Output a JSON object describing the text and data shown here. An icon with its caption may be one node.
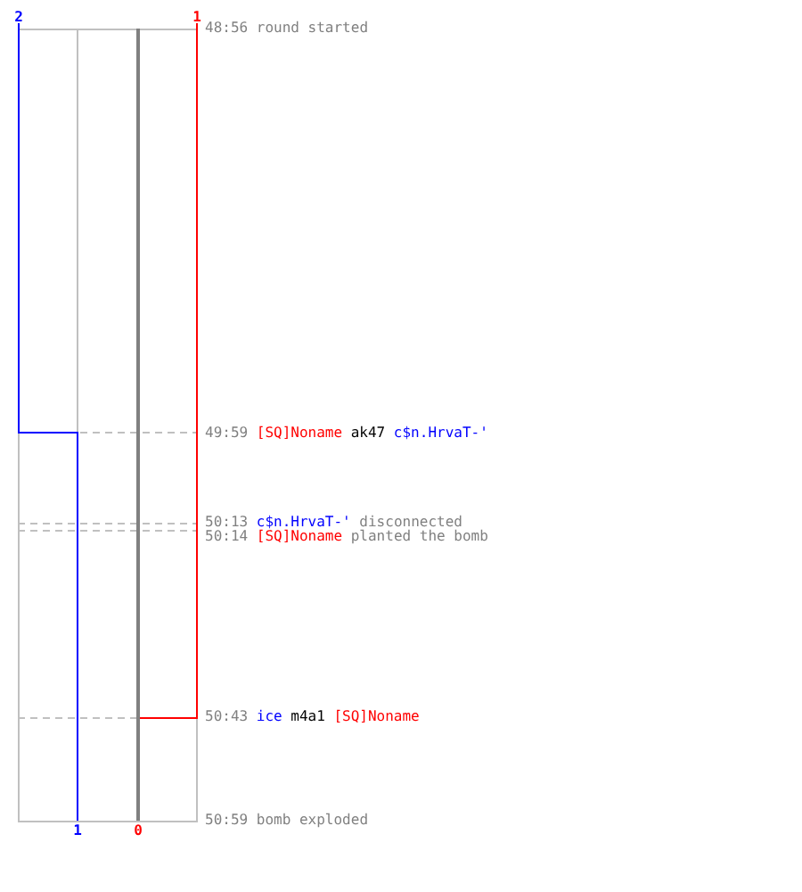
{
  "diagram": {
    "labels": [
      "2",
      "1",
      "48:56",
      "round started",
      "49:59",
      "[SQ]Noname",
      "ak47",
      "c$n.HrvaT-'",
      "50:13",
      "c$n.HrvaT-'",
      "disconnected",
      "50:14",
      "[SQ]Noname",
      "planted the bomb",
      "50:43",
      "ice",
      "m4a1",
      "[SQ]Noname",
      "50:59",
      "bomb exploded",
      "1",
      "0"
    ]
  }
}
